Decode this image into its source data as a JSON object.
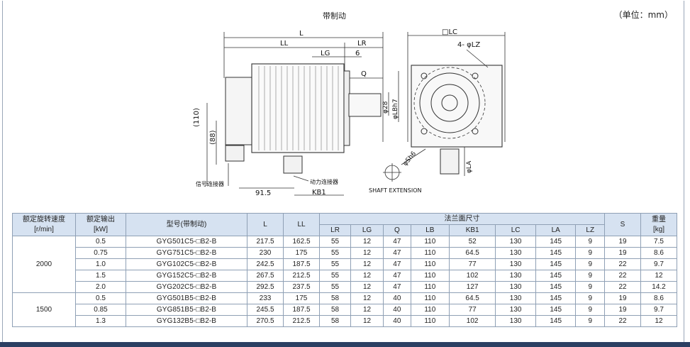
{
  "drawing": {
    "title": "带制动",
    "unit": "（单位：mm）",
    "dims": {
      "L": "L",
      "LL": "LL",
      "LR": "LR",
      "LG": "LG",
      "six": "6",
      "Q": "Q",
      "LC": "□LC",
      "LZ": "4- φLZ",
      "phi28": "φ28",
      "phiLBh7": "φLBh7",
      "h110": "(110)",
      "h88": "(88)",
      "w915": "91.5",
      "KB1": "KB1",
      "phiSh6": "φSh6",
      "phiLA": "φLA"
    },
    "labels": {
      "signal_connector": "信号连接器",
      "power_connector": "动力连接器",
      "shaft_extension": "SHAFT EXTENSION"
    }
  },
  "table": {
    "headers": {
      "speed": "额定旋转速度",
      "speed_unit": "[r/min]",
      "power": "额定输出",
      "power_unit": "[kW]",
      "model": "型号(带制动)",
      "L": "L",
      "LL": "LL",
      "flange": "法兰面尺寸",
      "flange_cols": [
        "LR",
        "LG",
        "Q",
        "LB",
        "KB1",
        "LC",
        "LA",
        "LZ"
      ],
      "S": "S",
      "weight": "重量",
      "weight_unit": "[kg]"
    },
    "groups": [
      {
        "speed": "2000",
        "rows": [
          {
            "power": "0.5",
            "model": "GYG501C5-□B2-B",
            "L": "217.5",
            "LL": "162.5",
            "LR": "55",
            "LG": "12",
            "Q": "47",
            "LB": "110",
            "KB1": "52",
            "LC": "130",
            "LA": "145",
            "LZ": "9",
            "S": "19",
            "weight": "7.5"
          },
          {
            "power": "0.75",
            "model": "GYG751C5-□B2-B",
            "L": "230",
            "LL": "175",
            "LR": "55",
            "LG": "12",
            "Q": "47",
            "LB": "110",
            "KB1": "64.5",
            "LC": "130",
            "LA": "145",
            "LZ": "9",
            "S": "19",
            "weight": "8.6"
          },
          {
            "power": "1.0",
            "model": "GYG102C5-□B2-B",
            "L": "242.5",
            "LL": "187.5",
            "LR": "55",
            "LG": "12",
            "Q": "47",
            "LB": "110",
            "KB1": "77",
            "LC": "130",
            "LA": "145",
            "LZ": "9",
            "S": "22",
            "weight": "9.7"
          },
          {
            "power": "1.5",
            "model": "GYG152C5-□B2-B",
            "L": "267.5",
            "LL": "212.5",
            "LR": "55",
            "LG": "12",
            "Q": "47",
            "LB": "110",
            "KB1": "102",
            "LC": "130",
            "LA": "145",
            "LZ": "9",
            "S": "22",
            "weight": "12"
          },
          {
            "power": "2.0",
            "model": "GYG202C5-□B2-B",
            "L": "292.5",
            "LL": "237.5",
            "LR": "55",
            "LG": "12",
            "Q": "47",
            "LB": "110",
            "KB1": "127",
            "LC": "130",
            "LA": "145",
            "LZ": "9",
            "S": "22",
            "weight": "14.2"
          }
        ]
      },
      {
        "speed": "1500",
        "rows": [
          {
            "power": "0.5",
            "model": "GYG501B5-□B2-B",
            "L": "233",
            "LL": "175",
            "LR": "58",
            "LG": "12",
            "Q": "40",
            "LB": "110",
            "KB1": "64.5",
            "LC": "130",
            "LA": "145",
            "LZ": "9",
            "S": "19",
            "weight": "8.6"
          },
          {
            "power": "0.85",
            "model": "GYG851B5-□B2-B",
            "L": "245.5",
            "LL": "187.5",
            "LR": "58",
            "LG": "12",
            "Q": "40",
            "LB": "110",
            "KB1": "77",
            "LC": "130",
            "LA": "145",
            "LZ": "9",
            "S": "19",
            "weight": "9.7"
          },
          {
            "power": "1.3",
            "model": "GYG132B5-□B2-B",
            "L": "270.5",
            "LL": "212.5",
            "LR": "58",
            "LG": "12",
            "Q": "40",
            "LB": "110",
            "KB1": "102",
            "LC": "130",
            "LA": "145",
            "LZ": "9",
            "S": "22",
            "weight": "12"
          }
        ]
      }
    ]
  }
}
